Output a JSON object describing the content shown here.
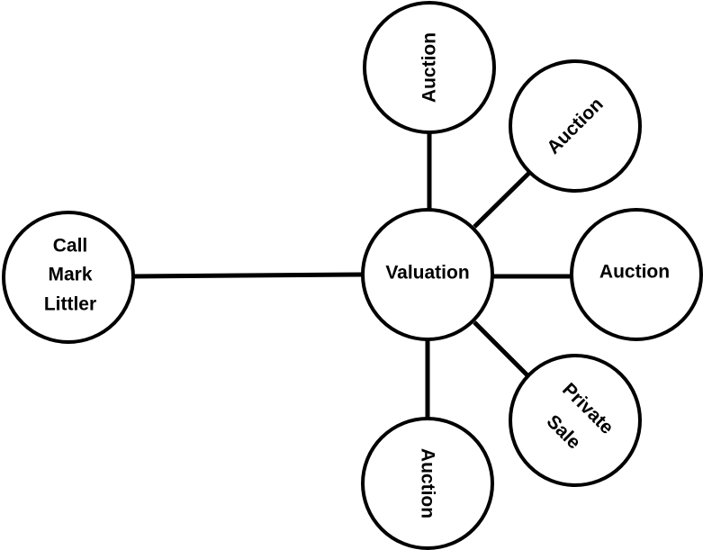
{
  "diagram": {
    "center": {
      "label": "Valuation"
    },
    "left": {
      "lines": [
        "Call",
        "Mark",
        "Littler"
      ]
    },
    "top": {
      "label": "Auction"
    },
    "upper_right": {
      "label": "Auction"
    },
    "right": {
      "label": "Auction"
    },
    "lower_right": {
      "lines": [
        "Private",
        "Sale"
      ]
    },
    "bottom": {
      "label": "Auction"
    }
  },
  "colors": {
    "stroke": "#000000",
    "fill": "#ffffff"
  }
}
